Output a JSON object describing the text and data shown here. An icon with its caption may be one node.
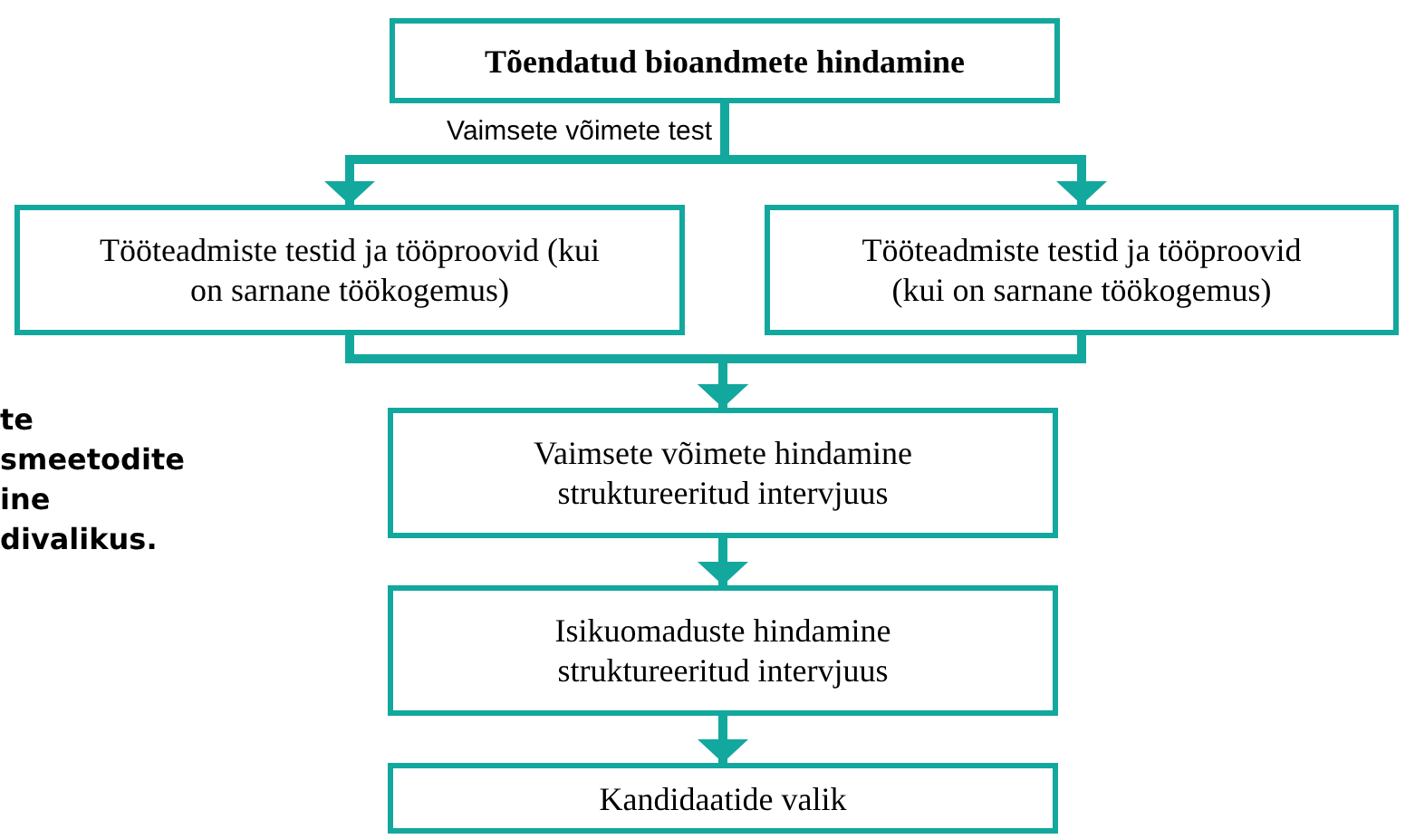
{
  "diagram": {
    "nodes": [
      {
        "text": [
          "Tõendatud bioandmete hindamine"
        ]
      },
      {
        "text": [
          "Tööteadmiste testid ja tööproovid (kui on sarnane töökogemus)"
        ]
      },
      {
        "text": [
          "Tööteadmiste testid ja tööproovid (kui on sarnane töökogemus)"
        ]
      },
      {
        "text": [
          "Vaimsete võimete hindamine struktureeritud intervjuus"
        ]
      },
      {
        "text": [
          "Isikuomaduste hindamine struktureeritud intervjuus"
        ]
      },
      {
        "text": [
          "Kandidaatide valik"
        ]
      }
    ],
    "edges": [
      {
        "from": 0,
        "to": 1,
        "arrow": "to",
        "label": "Vaimsete võimete test"
      },
      {
        "from": 0,
        "to": 2,
        "arrow": "to"
      },
      {
        "from": 1,
        "to": 3,
        "arrow": "to"
      },
      {
        "from": 2,
        "to": 3,
        "arrow": "to"
      },
      {
        "from": 3,
        "to": 4,
        "arrow": "to"
      },
      {
        "from": 4,
        "to": 5,
        "arrow": "to"
      }
    ],
    "labels": [
      "te",
      "smeetodite",
      "ine",
      "divalikus."
    ]
  }
}
